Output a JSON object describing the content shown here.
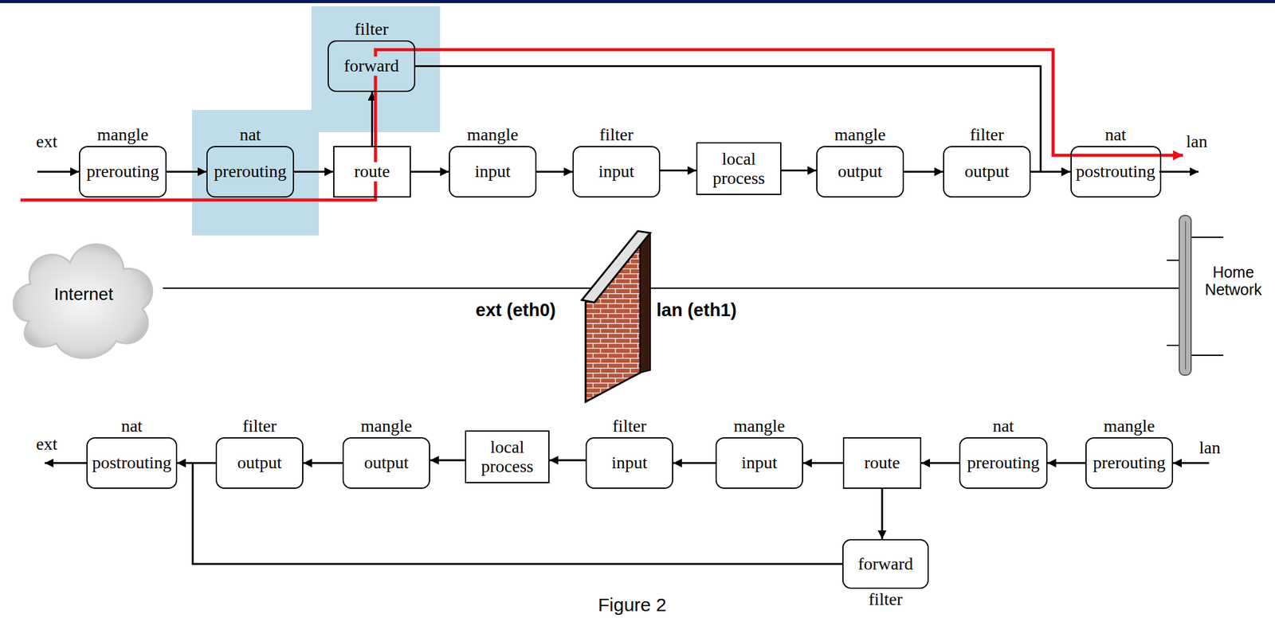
{
  "diagram": {
    "caption": "Figure 2",
    "nodes": [
      {
        "text": [
          "filter",
          "forward"
        ]
      },
      {
        "text": [
          "mangle",
          "prerouting"
        ]
      },
      {
        "text": [
          "nat",
          "prerouting"
        ]
      },
      {
        "text": [
          "route"
        ]
      },
      {
        "text": [
          "mangle",
          "input"
        ]
      },
      {
        "text": [
          "filter",
          "input"
        ]
      },
      {
        "text": [
          "local process"
        ]
      },
      {
        "text": [
          "mangle",
          "output"
        ]
      },
      {
        "text": [
          "filter",
          "output"
        ]
      },
      {
        "text": [
          "nat",
          "postrouting"
        ]
      },
      {
        "text": [
          "Internet"
        ]
      },
      {
        "text": [
          "nat",
          "postrouting"
        ]
      },
      {
        "text": [
          "filter",
          "output"
        ]
      },
      {
        "text": [
          "mangle",
          "output"
        ]
      },
      {
        "text": [
          "local process"
        ]
      },
      {
        "text": [
          "filter",
          "input"
        ]
      },
      {
        "text": [
          "mangle",
          "input"
        ]
      },
      {
        "text": [
          "route"
        ]
      },
      {
        "text": [
          "nat",
          "prerouting"
        ]
      },
      {
        "text": [
          "mangle",
          "prerouting"
        ]
      },
      {
        "text": [
          "forward",
          "filter"
        ]
      }
    ],
    "edges": [
      {
        "from": 1,
        "to": 2,
        "arrow": "to"
      },
      {
        "from": 2,
        "to": 3,
        "arrow": "to"
      },
      {
        "from": 3,
        "to": 4,
        "arrow": "to"
      },
      {
        "from": 4,
        "to": 5,
        "arrow": "to"
      },
      {
        "from": 5,
        "to": 6,
        "arrow": "to"
      },
      {
        "from": 6,
        "to": 7,
        "arrow": "to"
      },
      {
        "from": 7,
        "to": 8,
        "arrow": "to"
      },
      {
        "from": 8,
        "to": 9,
        "arrow": "to"
      },
      {
        "from": 3,
        "to": 0,
        "arrow": "to"
      },
      {
        "from": 0,
        "to": 9,
        "arrow": "to"
      },
      {
        "from": 19,
        "to": 18,
        "arrow": "to"
      },
      {
        "from": 18,
        "to": 17,
        "arrow": "to"
      },
      {
        "from": 17,
        "to": 16,
        "arrow": "to"
      },
      {
        "from": 16,
        "to": 15,
        "arrow": "to"
      },
      {
        "from": 15,
        "to": 14,
        "arrow": "to"
      },
      {
        "from": 14,
        "to": 13,
        "arrow": "to"
      },
      {
        "from": 13,
        "to": 12,
        "arrow": "to"
      },
      {
        "from": 12,
        "to": 11,
        "arrow": "to"
      },
      {
        "from": 17,
        "to": 20,
        "arrow": "to"
      },
      {
        "from": 20,
        "to": 11,
        "arrow": "to"
      }
    ],
    "labels": [
      "ext",
      "lan",
      "ext (eth0)",
      "lan (eth1)",
      "Home Network",
      "ext",
      "lan"
    ]
  }
}
